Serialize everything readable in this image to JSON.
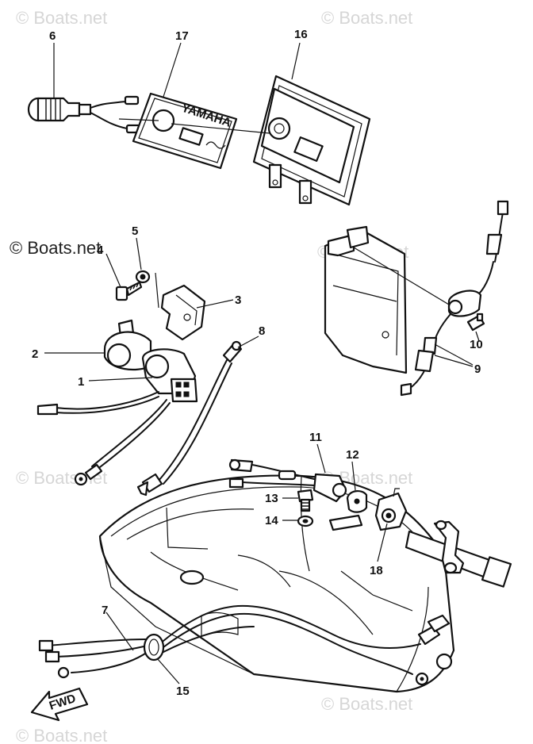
{
  "watermark": {
    "text": "© Boats.net"
  },
  "brand_plate_text": "YAMAHA",
  "arrow_text": "FWD",
  "callouts": [
    {
      "id": "c1",
      "label": "1"
    },
    {
      "id": "c2",
      "label": "2"
    },
    {
      "id": "c3",
      "label": "3"
    },
    {
      "id": "c4",
      "label": "4"
    },
    {
      "id": "c5",
      "label": "5"
    },
    {
      "id": "c6",
      "label": "6"
    },
    {
      "id": "c7",
      "label": "7"
    },
    {
      "id": "c8",
      "label": "8"
    },
    {
      "id": "c9",
      "label": "9"
    },
    {
      "id": "c10",
      "label": "10"
    },
    {
      "id": "c11",
      "label": "11"
    },
    {
      "id": "c12",
      "label": "12"
    },
    {
      "id": "c13",
      "label": "13"
    },
    {
      "id": "c14",
      "label": "14"
    },
    {
      "id": "c15",
      "label": "15"
    },
    {
      "id": "c16",
      "label": "16"
    },
    {
      "id": "c17",
      "label": "17"
    },
    {
      "id": "c18",
      "label": "18"
    }
  ]
}
